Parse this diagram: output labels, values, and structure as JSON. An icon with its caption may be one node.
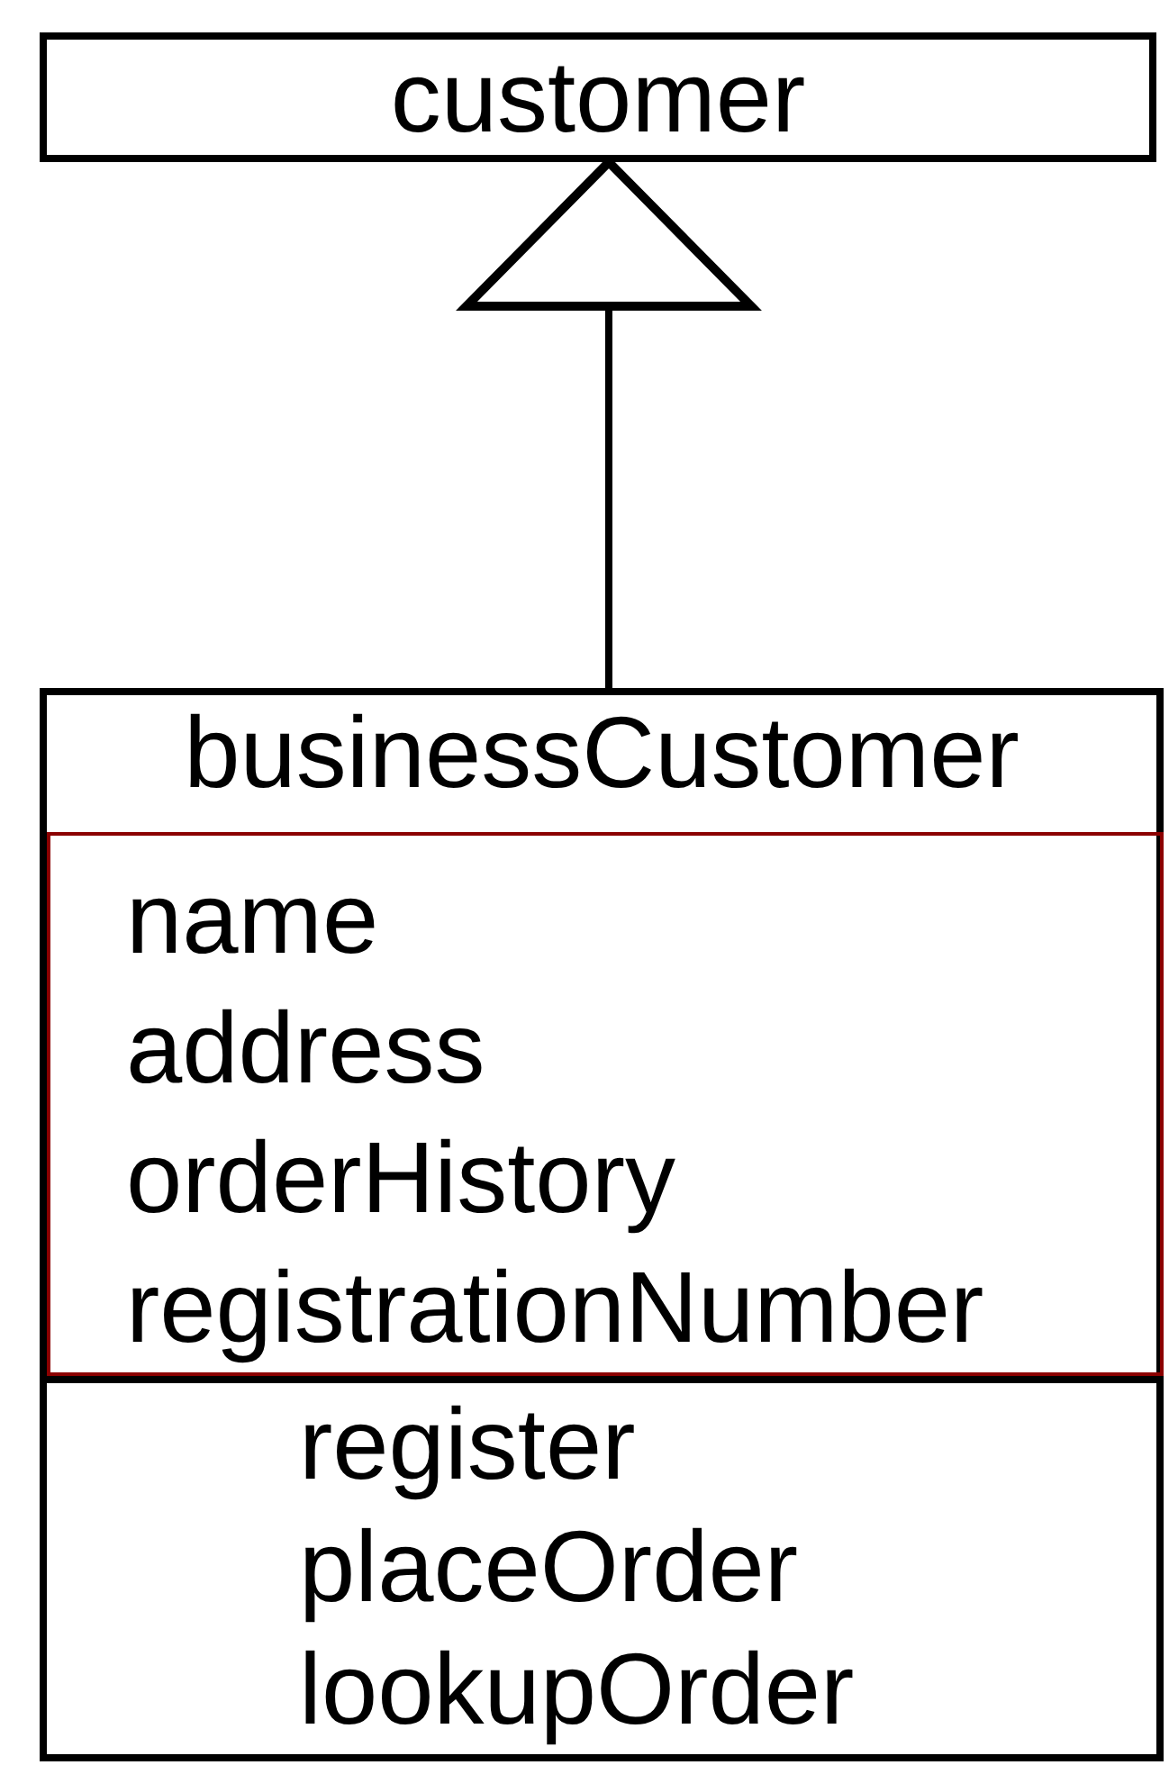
{
  "diagram": {
    "nodes": [
      {
        "text": [
          "customer"
        ]
      },
      {
        "text": [
          "businessCustomer"
        ]
      },
      {
        "text": [
          "name",
          "address",
          "orderHistory",
          "registrationNumber"
        ],
        "in": 1
      },
      {
        "text": [
          "register",
          "placeOrder",
          "lookupOrder"
        ],
        "in": 1
      }
    ],
    "edges": [
      {
        "from": 1,
        "to": 0,
        "arrow": "to"
      }
    ]
  }
}
